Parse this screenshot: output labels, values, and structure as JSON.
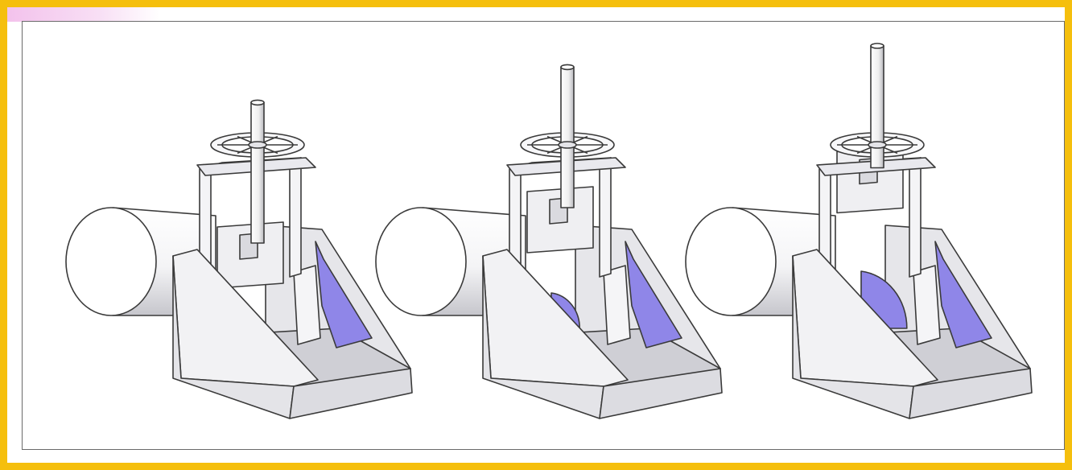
{
  "figure": {
    "panel_count": 3,
    "colors": {
      "border": "#f5bf0d",
      "corner_tint": "#f3c2ec",
      "water": "#8f86e8",
      "concrete": "#f2f2f4",
      "shadow": "#c9c9cf",
      "line": "#3a3a3a"
    },
    "panels": [
      {
        "gate_state": "closed",
        "gate_open_fraction": 0.0,
        "stem_height": 0.2
      },
      {
        "gate_state": "partially-open",
        "gate_open_fraction": 0.4,
        "stem_height": 0.7
      },
      {
        "gate_state": "open",
        "gate_open_fraction": 0.85,
        "stem_height": 1.0
      }
    ]
  }
}
